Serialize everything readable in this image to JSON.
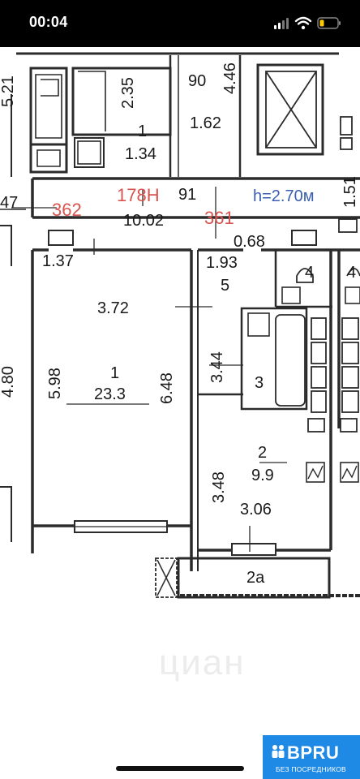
{
  "status_bar": {
    "time": "00:04"
  },
  "plan": {
    "labels": {
      "dim_521": "5.21",
      "dim_235": "2.35",
      "room_90": "90",
      "dim_446": "4.46",
      "dim_162": "1.62",
      "room_1_top": "1",
      "dim_134": "1.34",
      "dim_47": "47",
      "code_362": "362",
      "code_178n": "178Н",
      "room_91": "91",
      "code_361": "361",
      "ceiling_height": "h=2.70м",
      "dim_151": "1.51",
      "area_1002": "10.02",
      "dim_068": "0.68",
      "dim_137": "1.37",
      "dim_372": "3.72",
      "dim_193": "1.93",
      "room_4_a": "4",
      "room_4_b": "4",
      "room_5": "5",
      "dim_598": "5.98",
      "dim_648": "6.48",
      "room_1": "1",
      "area_233": "23.3",
      "dim_344": "3.44",
      "room_3": "3",
      "dim_480": "4.80",
      "room_2": "2",
      "area_99": "9.9",
      "dim_348": "3.48",
      "dim_306": "3.06",
      "room_2a": "2а"
    }
  },
  "watermark": "циан",
  "badge": {
    "brand": "BPRU",
    "tagline": "БЕЗ ПОСРЕДНИКОВ"
  }
}
